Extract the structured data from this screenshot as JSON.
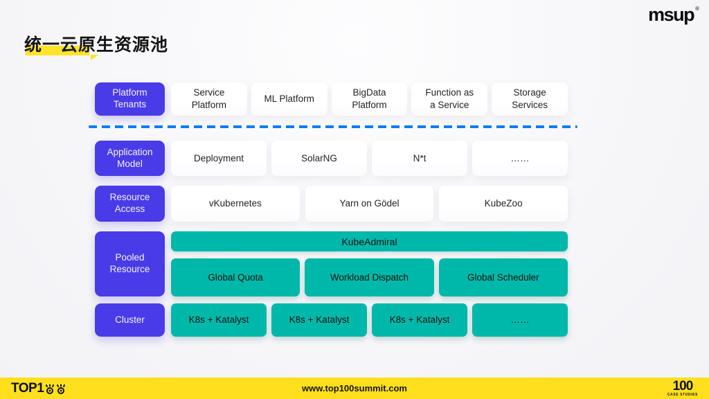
{
  "header": {
    "brand": "msup",
    "brand_mark": "®",
    "title": "统一云原生资源池"
  },
  "diagram": {
    "rows": [
      {
        "label": "Platform\nTenants",
        "items": [
          "Service\nPlatform",
          "ML Platform",
          "BigData\nPlatform",
          "Function as\na Service",
          "Storage\nServices"
        ]
      },
      {
        "label": "Application\nModel",
        "items": [
          "Deployment",
          "SolarNG",
          "N*t",
          "……"
        ]
      },
      {
        "label": "Resource\nAccess",
        "items": [
          "vKubernetes",
          "Yarn on Gödel",
          "KubeZoo"
        ]
      },
      {
        "label": "Pooled\nResource",
        "banner": "KubeAdmiral",
        "items": [
          "Global Quota",
          "Workload Dispatch",
          "Global Scheduler"
        ]
      },
      {
        "label": "Cluster",
        "items": [
          "K8s + Katalyst",
          "K8s + Katalyst",
          "K8s + Katalyst",
          "……"
        ]
      }
    ]
  },
  "footer": {
    "left_logo_text": "TOP1",
    "url": "www.top100summit.com",
    "right_logo_number": "100",
    "right_logo_caption": "CASE STUDIES"
  },
  "colors": {
    "purple": "#4a3be8",
    "teal": "#00b8a9",
    "dash_blue": "#0b7cf6",
    "footer_yellow": "#ffdf1e",
    "highlight_yellow": "#ffe427"
  }
}
